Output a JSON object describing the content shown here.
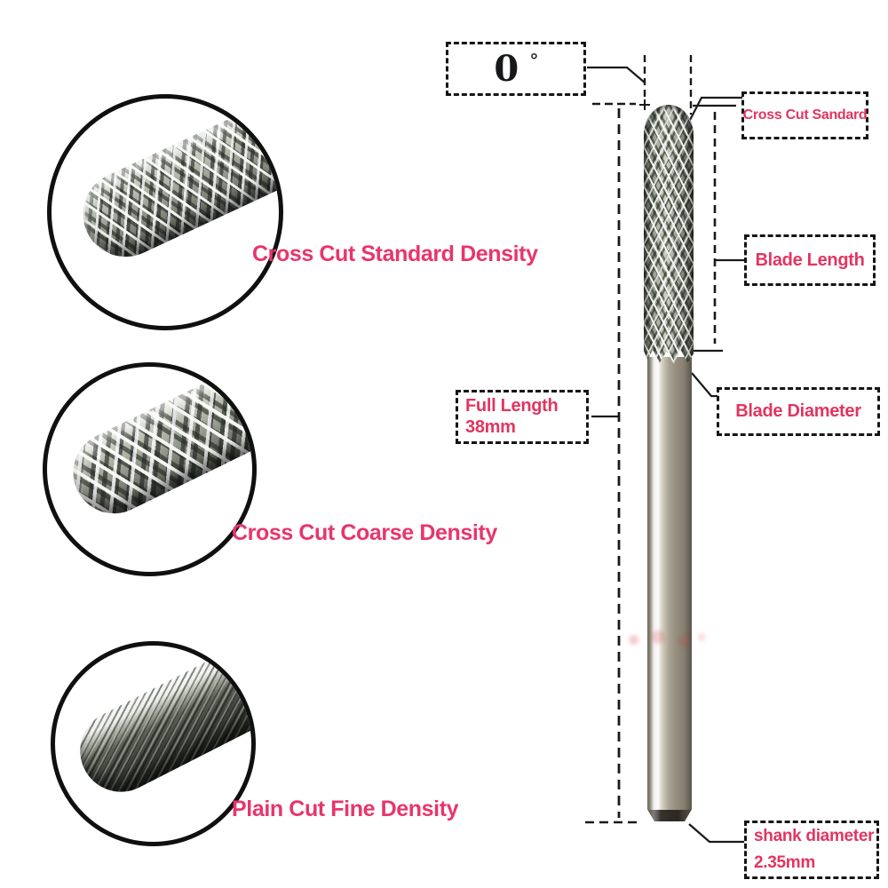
{
  "colors": {
    "annotation_text": "#e23560",
    "caption_text": "#e8356c",
    "dimension_lines": "#1a1a1a",
    "background": "#ffffff",
    "metal_highlight": "#f2f2ef",
    "metal_shadow": "#5b554b"
  },
  "tip_angle": {
    "value": "0",
    "unit": "°"
  },
  "annotations": {
    "cross_cut_standard": {
      "label": "Cross Cut Sandard"
    },
    "blade_length": {
      "label": "Blade Length"
    },
    "blade_diameter": {
      "label": "Blade Diameter"
    },
    "full_length": {
      "label": "Full Length",
      "value": "38mm"
    },
    "shank_diameter": {
      "label": "shank diameter",
      "value": "2.35mm"
    }
  },
  "insets": [
    {
      "caption": "Cross Cut Standard Density",
      "image": "cross-cut-standard-burr-closeup-photo"
    },
    {
      "caption": "Cross Cut Coarse Density",
      "image": "cross-cut-coarse-burr-closeup-photo"
    },
    {
      "caption": "Plain Cut Fine Density",
      "image": "plain-cut-fine-burr-closeup-photo"
    }
  ]
}
